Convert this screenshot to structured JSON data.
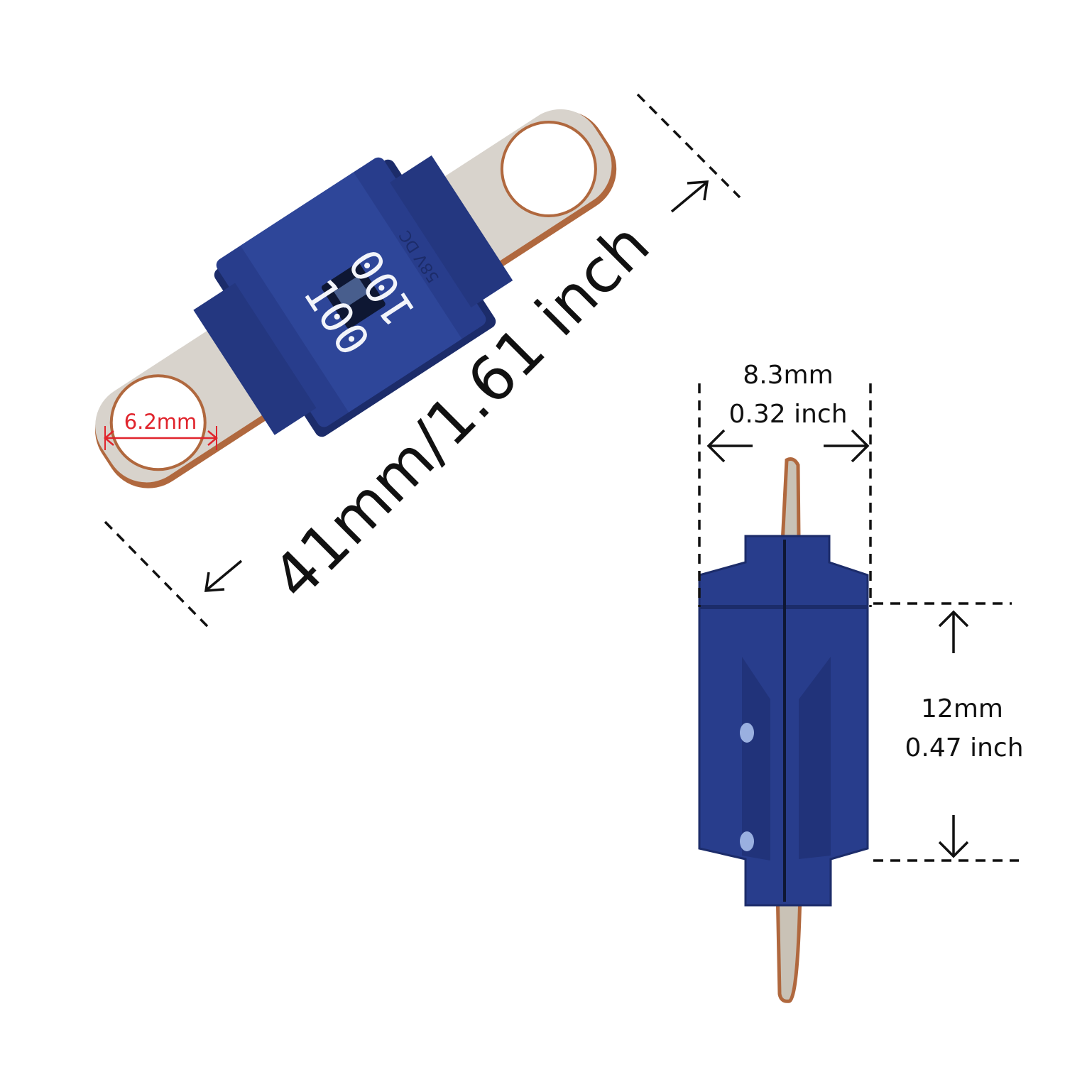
{
  "product": {
    "rating_top": "100",
    "rating_bottom": "100",
    "voltage_marking": "58V DC"
  },
  "dimensions": {
    "length_label": "41mm/1.61 inch",
    "hole_label": "6.2mm",
    "width_mm": "8.3mm",
    "width_in": "0.32 inch",
    "height_mm": "12mm",
    "height_in": "0.47 inch"
  },
  "colors": {
    "fuse_body": "#283d8c",
    "fuse_body_dark": "#1c2c6a",
    "terminal": "#d8d3cc",
    "copper_edge": "#b0683e",
    "dimension_line": "#111111",
    "hole_label": "#e0242c"
  }
}
